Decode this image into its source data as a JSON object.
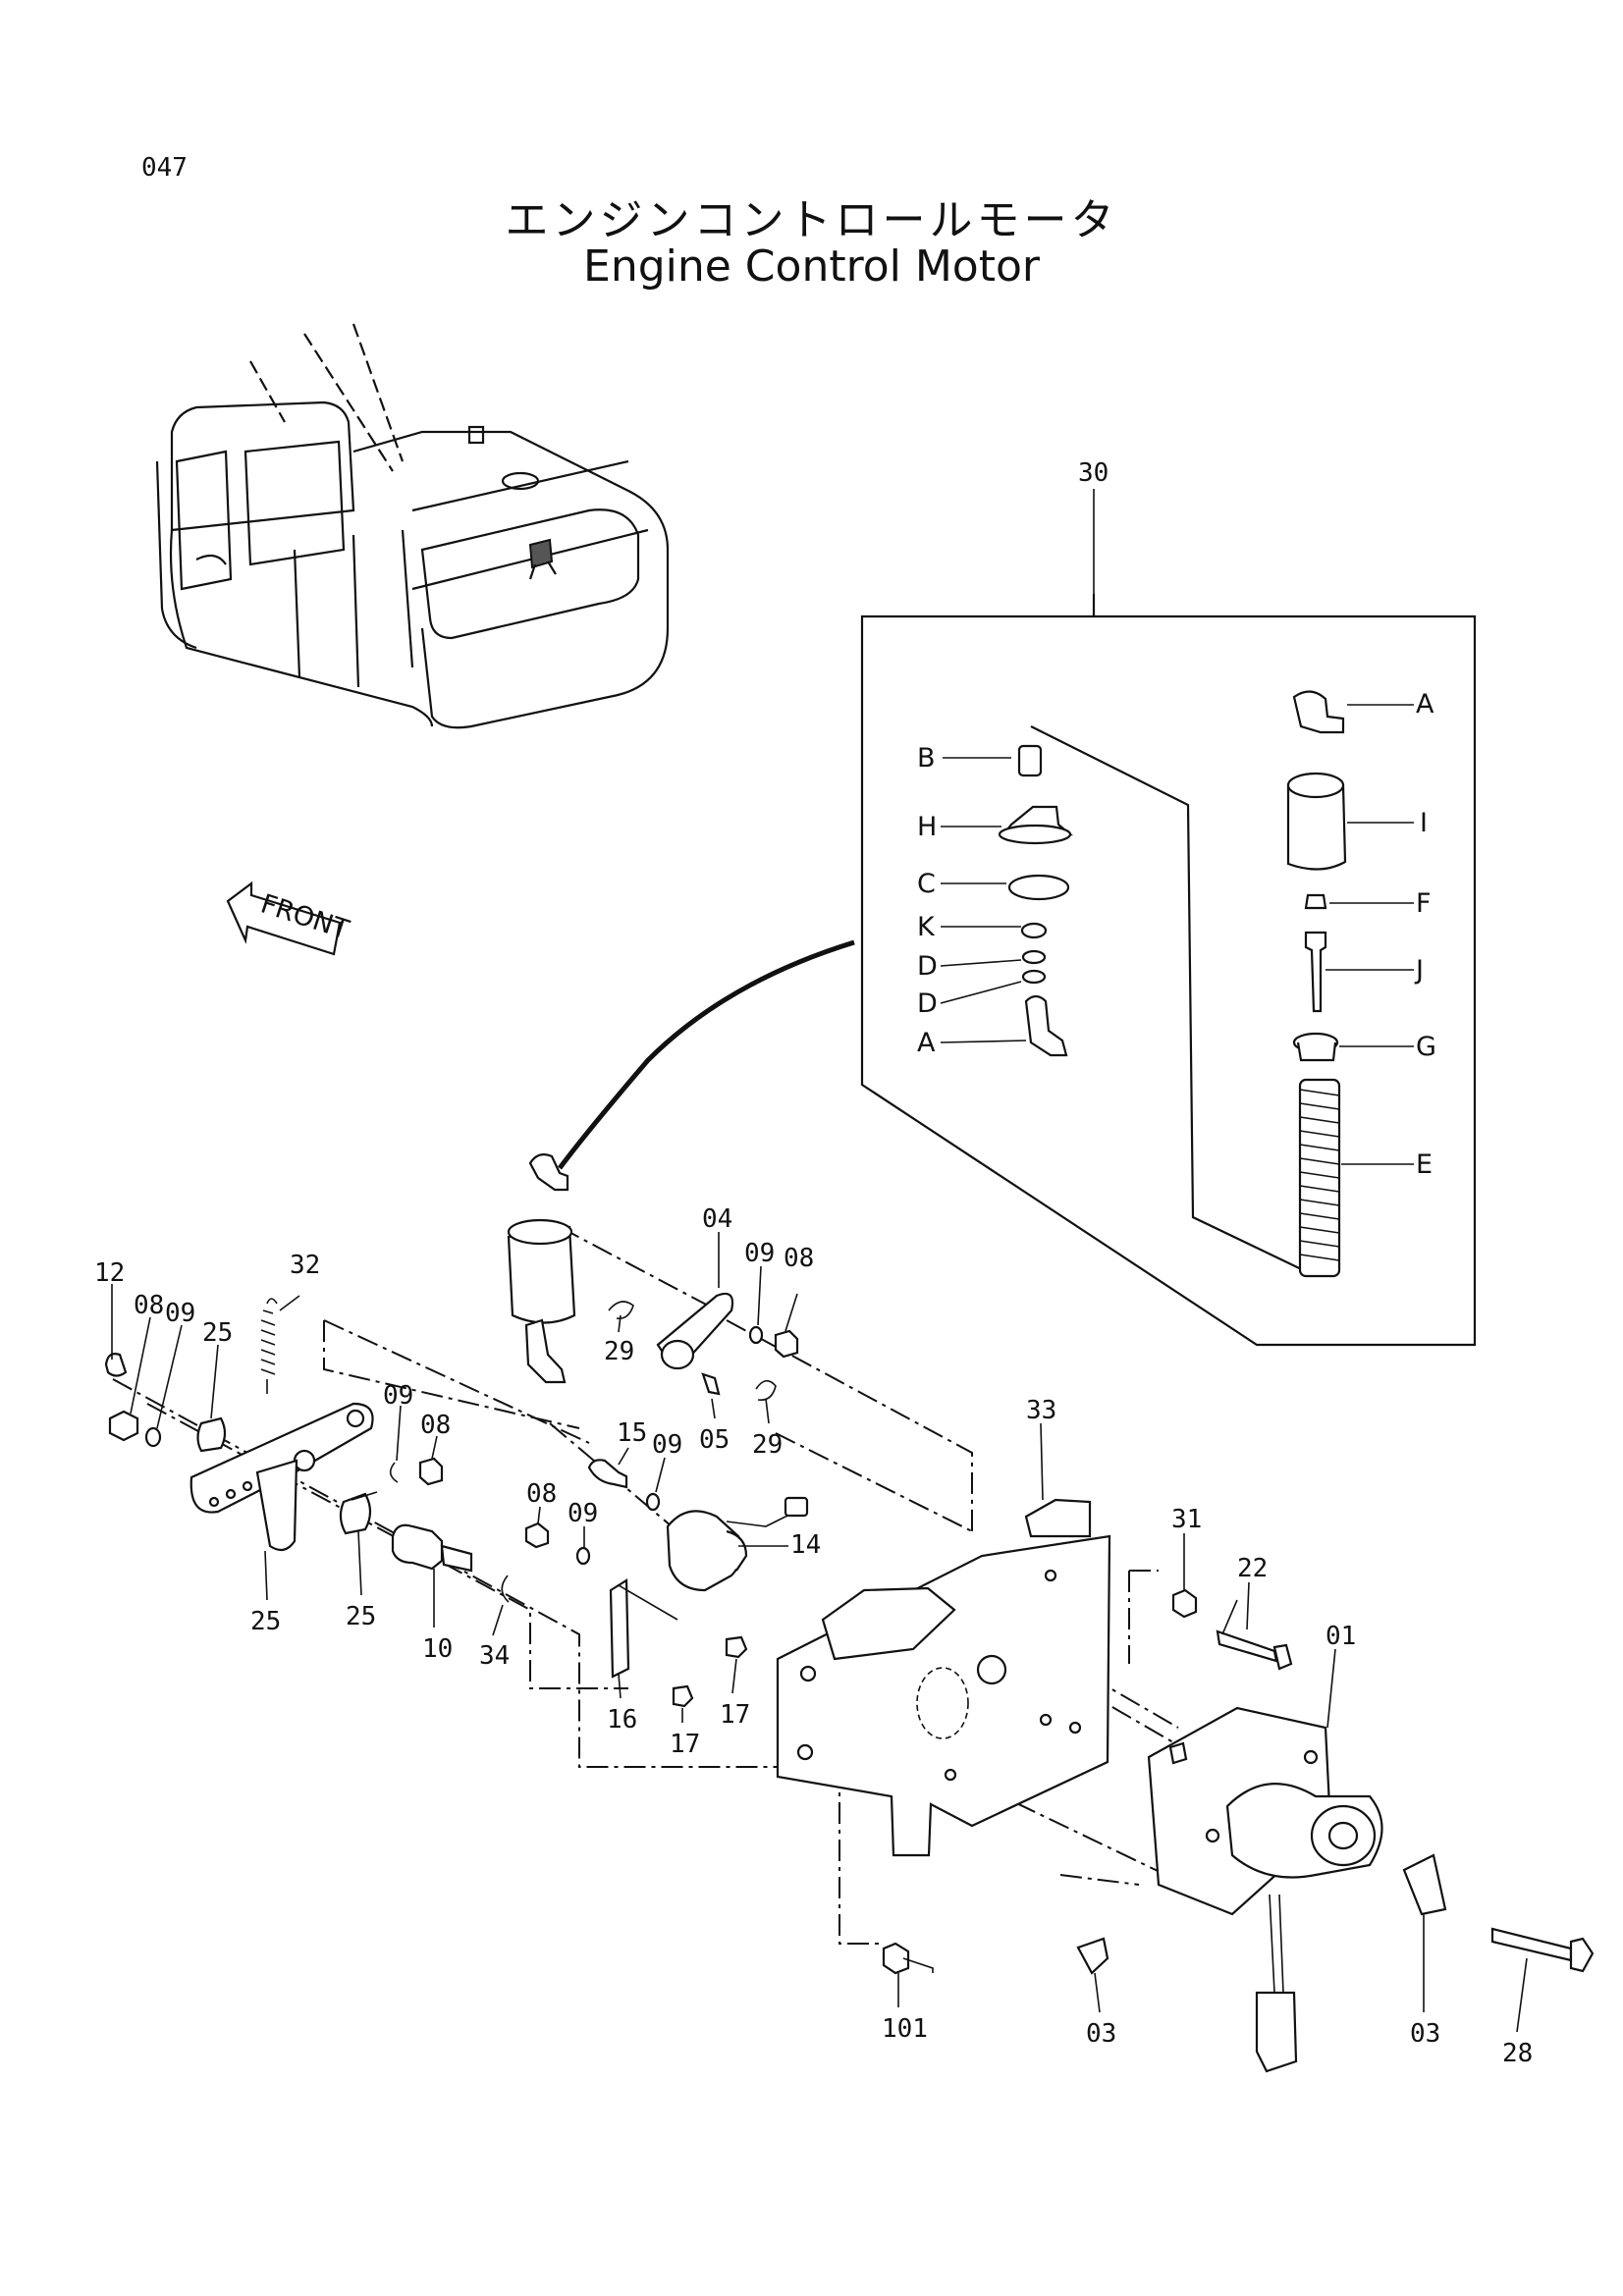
{
  "page_number": "047",
  "title_jp": "エンジンコントロールモータ",
  "title_en": "Engine Control Motor",
  "front_label": "FRONT",
  "detail": {
    "assembly_number": "30",
    "callouts": [
      "A",
      "B",
      "H",
      "C",
      "K",
      "D",
      "D",
      "A",
      "I",
      "F",
      "J",
      "G",
      "E"
    ]
  },
  "parts": [
    "01",
    "03",
    "03",
    "04",
    "05",
    "08",
    "08",
    "08",
    "08",
    "09",
    "09",
    "09",
    "09",
    "09",
    "10",
    "12",
    "14",
    "15",
    "16",
    "17",
    "17",
    "22",
    "25",
    "25",
    "25",
    "28",
    "29",
    "29",
    "31",
    "32",
    "33",
    "34",
    "101"
  ]
}
